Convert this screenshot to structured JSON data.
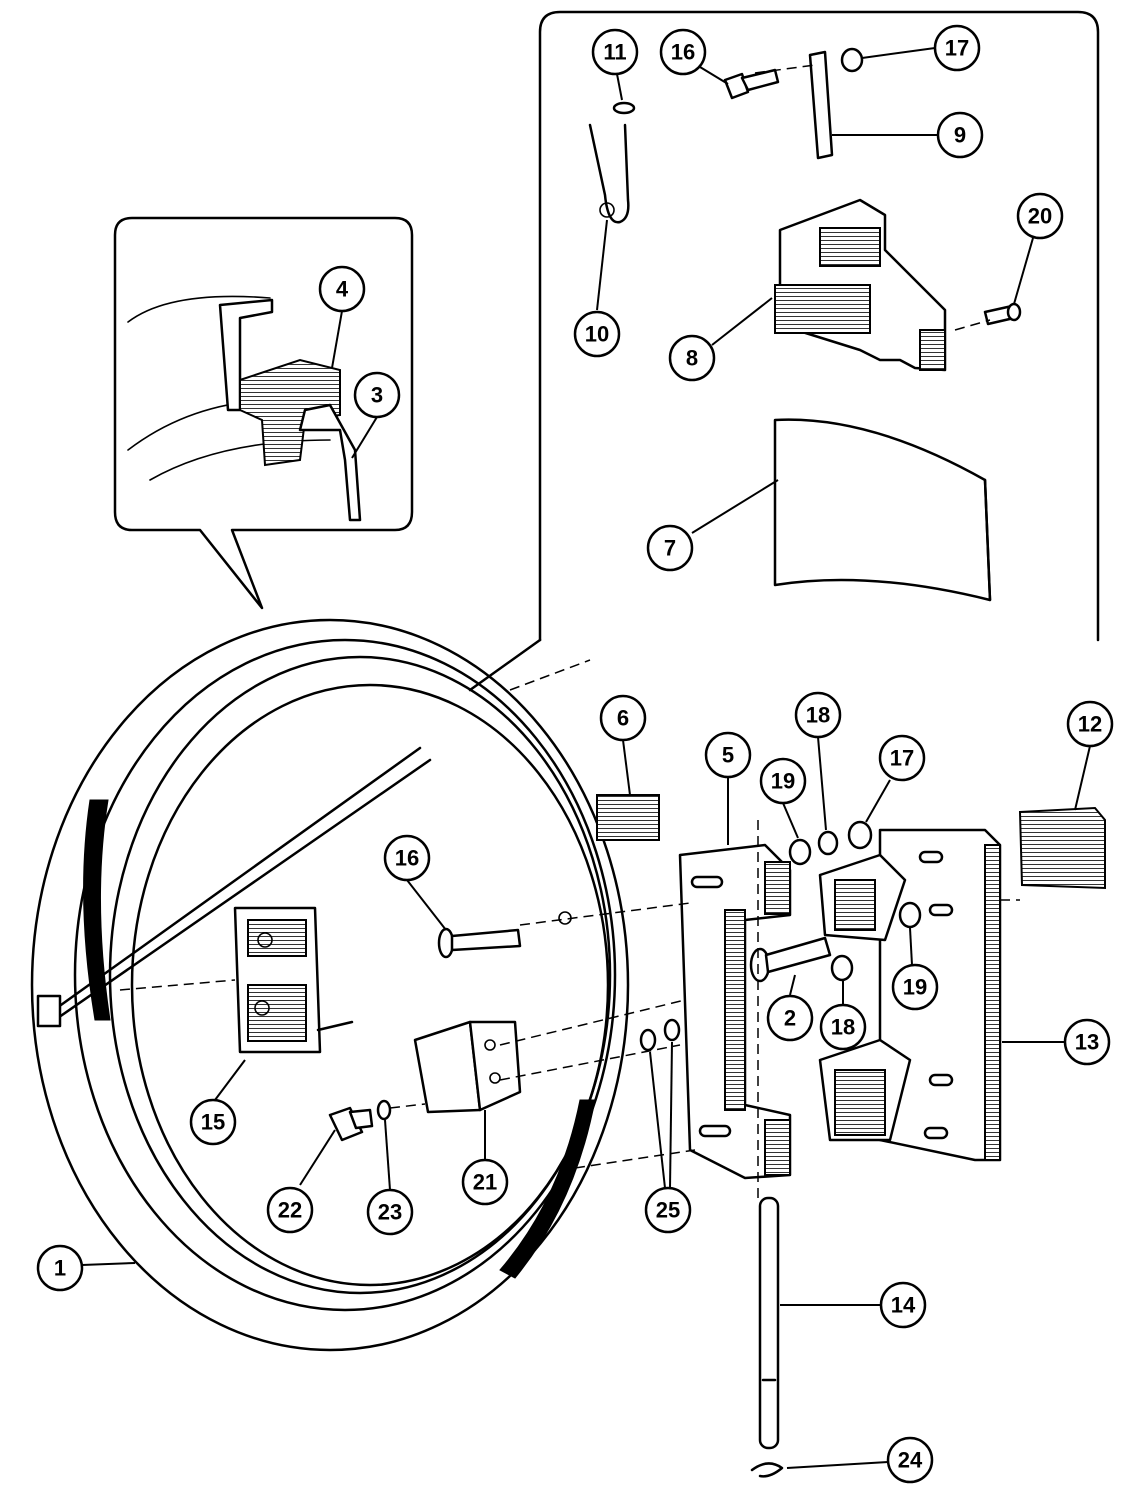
{
  "callouts": [
    {
      "label": "1"
    },
    {
      "label": "2"
    },
    {
      "label": "3"
    },
    {
      "label": "4"
    },
    {
      "label": "5"
    },
    {
      "label": "6"
    },
    {
      "label": "7"
    },
    {
      "label": "8"
    },
    {
      "label": "9"
    },
    {
      "label": "10"
    },
    {
      "label": "11"
    },
    {
      "label": "12"
    },
    {
      "label": "13"
    },
    {
      "label": "14"
    },
    {
      "label": "15"
    },
    {
      "label": "16"
    },
    {
      "label": "16"
    },
    {
      "label": "17"
    },
    {
      "label": "17"
    },
    {
      "label": "18"
    },
    {
      "label": "18"
    },
    {
      "label": "19"
    },
    {
      "label": "19"
    },
    {
      "label": "20"
    },
    {
      "label": "21"
    },
    {
      "label": "22"
    },
    {
      "label": "23"
    },
    {
      "label": "24"
    },
    {
      "label": "25"
    }
  ]
}
